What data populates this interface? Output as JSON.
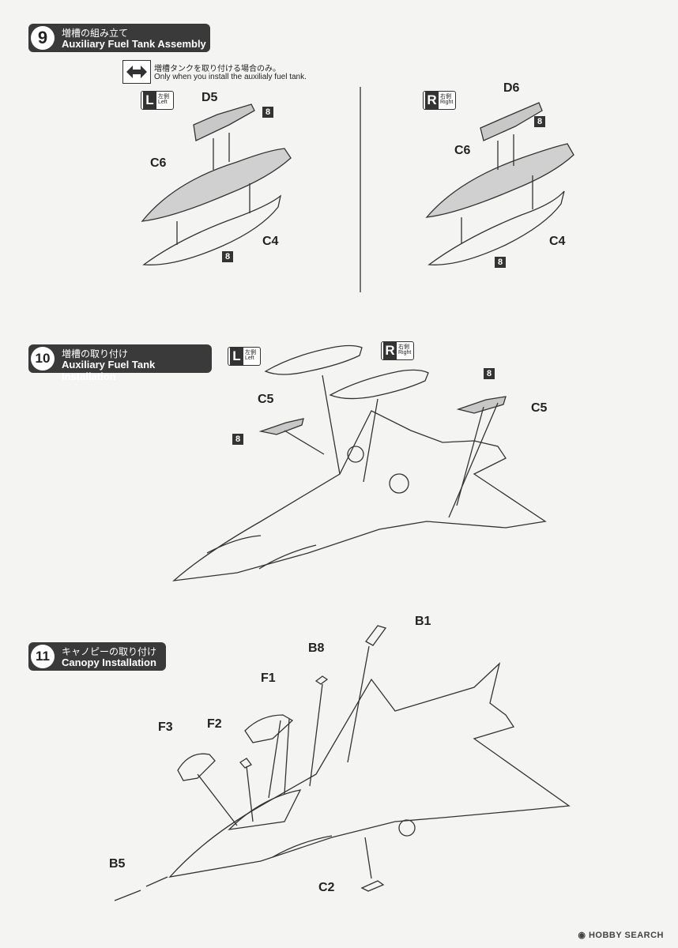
{
  "steps": [
    {
      "number": "9",
      "title_jp": "増槽の組み立て",
      "title_en": "Auxiliary Fuel Tank Assembly"
    },
    {
      "number": "10",
      "title_jp": "増槽の取り付け",
      "title_en": "Auxiliary Fuel Tank Installation"
    },
    {
      "number": "11",
      "title_jp": "キャノピーの取り付け",
      "title_en": "Canopy Installation"
    }
  ],
  "note": {
    "jp": "増槽タンクを取り付ける場合のみ。",
    "en": "Only when you install the auxilialy fuel tank."
  },
  "sides": {
    "left": {
      "letter": "L",
      "jp": "左側",
      "en": "Left"
    },
    "right": {
      "letter": "R",
      "jp": "右側",
      "en": "Right"
    }
  },
  "parts": {
    "d5": "D5",
    "d6": "D6",
    "c6": "C6",
    "c4": "C4",
    "c5": "C5",
    "b1": "B1",
    "b8": "B8",
    "f1": "F1",
    "f2": "F2",
    "f3": "F3",
    "b5": "B5",
    "c2": "C2"
  },
  "glue_number": "8",
  "watermark": "HOBBY SEARCH"
}
